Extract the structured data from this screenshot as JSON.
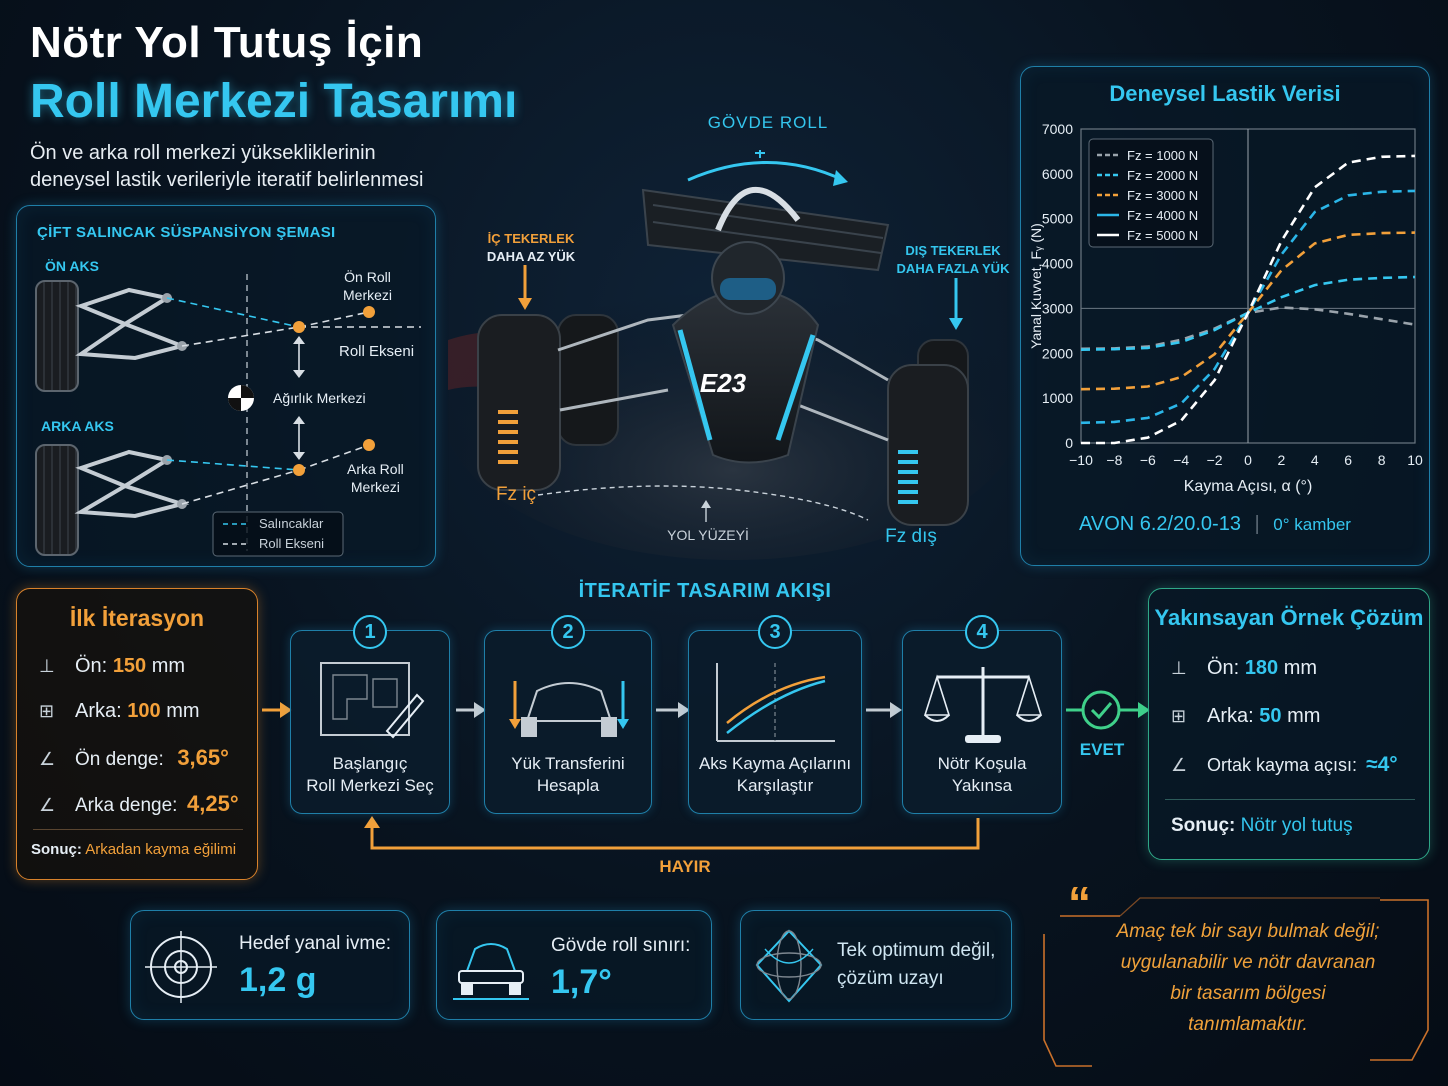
{
  "header": {
    "title_line1": "Nötr Yol Tutuş İçin",
    "title_line2": "Roll Merkezi Tasarımı",
    "subtitle_line1": "Ön ve arka roll merkezi yüksekliklerinin",
    "subtitle_line2": "deneysel lastik verileriyle iteratif belirlenmesi"
  },
  "suspension": {
    "title": "ÇİFT SALINCAK SÜSPANSİYON ŞEMASI",
    "front_axle": "ÖN AKS",
    "rear_axle": "ARKA AKS",
    "front_rc_line1": "Ön Roll",
    "front_rc_line2": "Merkezi",
    "roll_axis": "Roll Ekseni",
    "cg": "Ağırlık Merkezi",
    "rear_rc_line1": "Arka Roll",
    "rear_rc_line2": "Merkezi",
    "legend_arms": "Salıncaklar",
    "legend_axis": "Roll Ekseni"
  },
  "hero": {
    "body_roll": "GÖVDE ROLL",
    "inner_line1": "İÇ TEKERLEK",
    "inner_line2": "DAHA AZ YÜK",
    "outer_line1": "DIŞ TEKERLEK",
    "outer_line2": "DAHA FAZLA YÜK",
    "fz_inner": "Fz iç",
    "fz_outer": "Fz dış",
    "road": "YOL YÜZEYİ",
    "car_number": "E23"
  },
  "chart": {
    "title": "Deneysel Lastik Verisi",
    "footer_tire": "AVON 6.2/20.0-13",
    "footer_camber": "0° kamber"
  },
  "chart_data": {
    "type": "line",
    "title": "Deneysel Lastik Verisi",
    "xlabel": "Kayma Açısı, α (°)",
    "ylabel": "Yanal Kuvvet, Fᵧ (N)",
    "xlim": [
      -10,
      10
    ],
    "ylim": [
      0,
      7000
    ],
    "xticks": [
      -10,
      -8,
      -6,
      -4,
      -2,
      0,
      2,
      4,
      6,
      8,
      10
    ],
    "yticks": [
      0,
      1000,
      2000,
      3000,
      4000,
      5000,
      6000,
      7000
    ],
    "legend_position": "top-left",
    "grid": false,
    "series": [
      {
        "name": "Fz = 1000 N",
        "color": "#9aa3ab",
        "x": [
          -10,
          -8,
          -6,
          -4,
          -2,
          0,
          2,
          4,
          6,
          8,
          10
        ],
        "y": [
          2100,
          2110,
          2150,
          2300,
          2550,
          2900,
          3020,
          2980,
          2880,
          2760,
          2640
        ]
      },
      {
        "name": "Fz = 2000 N",
        "color": "#35c7f0",
        "x": [
          -10,
          -8,
          -6,
          -4,
          -2,
          0,
          2,
          4,
          6,
          8,
          10
        ],
        "y": [
          2080,
          2090,
          2120,
          2250,
          2520,
          2900,
          3250,
          3520,
          3640,
          3680,
          3700
        ]
      },
      {
        "name": "Fz = 3000 N",
        "color": "#f2a03a",
        "x": [
          -10,
          -8,
          -6,
          -4,
          -2,
          0,
          2,
          4,
          6,
          8,
          10
        ],
        "y": [
          1200,
          1210,
          1260,
          1470,
          1980,
          2900,
          3850,
          4450,
          4640,
          4680,
          4690
        ]
      },
      {
        "name": "Fz = 4000 N",
        "color": "#2bb6e8",
        "x": [
          -10,
          -8,
          -6,
          -4,
          -2,
          0,
          2,
          4,
          6,
          8,
          10
        ],
        "y": [
          450,
          470,
          560,
          880,
          1650,
          2900,
          4200,
          5150,
          5520,
          5600,
          5620
        ]
      },
      {
        "name": "Fz = 5000 N",
        "color": "#ffffff",
        "x": [
          -10,
          -8,
          -6,
          -4,
          -2,
          0,
          2,
          4,
          6,
          8,
          10
        ],
        "y": [
          -100,
          0,
          120,
          500,
          1400,
          2900,
          4500,
          5700,
          6250,
          6380,
          6400
        ]
      }
    ]
  },
  "flow": {
    "title": "İTERATİF TASARIM AKIŞI",
    "steps": [
      {
        "num": "1",
        "line1": "Başlangıç",
        "line2": "Roll Merkezi Seç"
      },
      {
        "num": "2",
        "line1": "Yük Transferini",
        "line2": "Hesapla"
      },
      {
        "num": "3",
        "line1": "Aks Kayma Açılarını",
        "line2": "Karşılaştır"
      },
      {
        "num": "4",
        "line1": "Nötr Koşula",
        "line2": "Yakınsa"
      }
    ],
    "yes": "EVET",
    "no": "HAYIR"
  },
  "iteration": {
    "title": "İlk İterasyon",
    "front_label": "Ön:",
    "front_value": "150",
    "front_unit": "mm",
    "rear_label": "Arka:",
    "rear_value": "100",
    "rear_unit": "mm",
    "front_bal_label": "Ön denge:",
    "front_bal_value": "3,65°",
    "rear_bal_label": "Arka denge:",
    "rear_bal_value": "4,25°",
    "result_label": "Sonuç:",
    "result_value": "Arkadan kayma eğilimi"
  },
  "solution": {
    "title": "Yakınsayan Örnek Çözüm",
    "front_label": "Ön:",
    "front_value": "180",
    "front_unit": "mm",
    "rear_label": "Arka:",
    "rear_value": "50",
    "rear_unit": "mm",
    "slip_label": "Ortak kayma açısı:",
    "slip_value": "≈4°",
    "result_label": "Sonuç:",
    "result_value": "Nötr yol tutuş"
  },
  "metrics": {
    "lat_label": "Hedef yanal ivme:",
    "lat_value": "1,2 g",
    "roll_label": "Gövde roll sınırı:",
    "roll_value": "1,7°",
    "space_line1": "Tek optimum değil,",
    "space_line2": "çözüm uzayı"
  },
  "quote": {
    "mark": "“",
    "line1": "Amaç tek bir sayı bulmak değil;",
    "line2": "uygulanabilir ve nötr davranan",
    "line3": "bir tasarım bölgesi",
    "line4": "tanımlamaktır."
  },
  "colors": {
    "accent": "#35c7f0",
    "orange": "#f2a03a",
    "green": "#3fd08a"
  }
}
